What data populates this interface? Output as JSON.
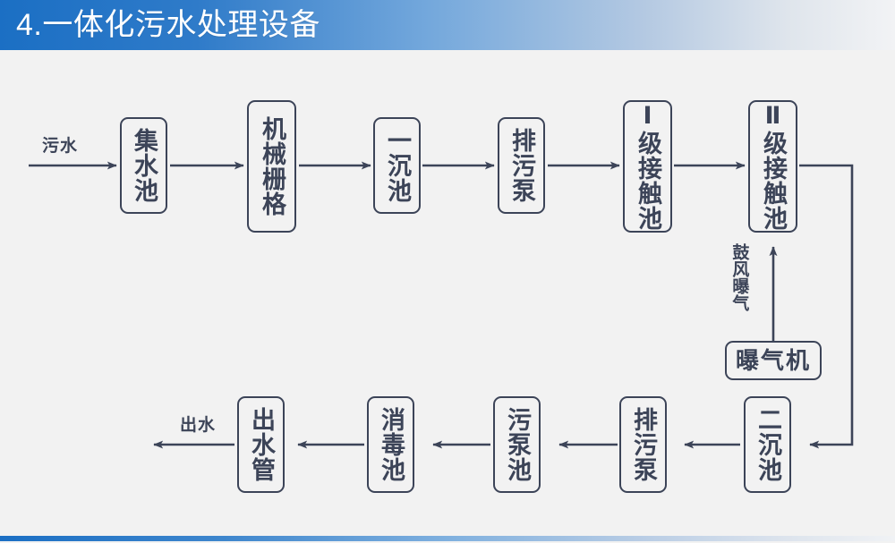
{
  "header": {
    "title": "4.一体化污水处理设备",
    "accent_left": "#1b6fc4",
    "accent_right": "#f2f3f5"
  },
  "canvas": {
    "background": "#f2f2f2",
    "stroke": "#3c4458"
  },
  "diagram": {
    "type": "process-flowchart",
    "inlet_label": "污水",
    "outlet_label": "出水",
    "aeration_label": "鼓风曝气",
    "top_row": [
      {
        "id": "collection-tank",
        "label": "集水池"
      },
      {
        "id": "mechanical-grate",
        "label": "机械栅格"
      },
      {
        "id": "primary-settler",
        "label": "一沉池"
      },
      {
        "id": "sewage-pump-1",
        "label": "排污泵"
      },
      {
        "id": "contact-tank-1",
        "label": "Ⅰ级接触池"
      },
      {
        "id": "contact-tank-2",
        "label": "Ⅱ级接触池"
      }
    ],
    "aerator": {
      "id": "aerator",
      "label": "曝气机"
    },
    "bottom_row": [
      {
        "id": "secondary-settler",
        "label": "二沉池"
      },
      {
        "id": "sewage-pump-2",
        "label": "排污泵"
      },
      {
        "id": "sludge-pump-tank",
        "label": "污泵池"
      },
      {
        "id": "disinfection-tank",
        "label": "消毒池"
      },
      {
        "id": "outlet-pipe",
        "label": "出水管"
      }
    ]
  }
}
